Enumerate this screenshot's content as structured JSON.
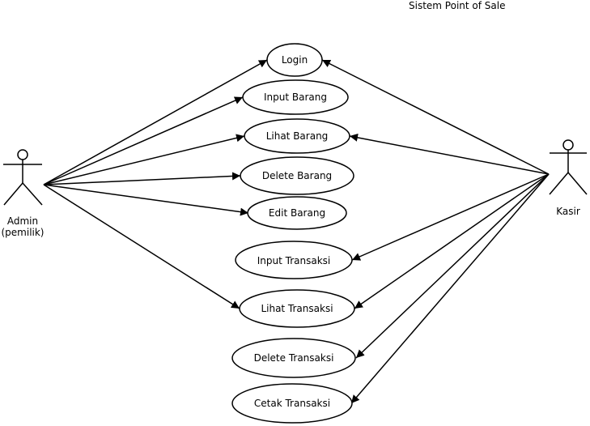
{
  "system": {
    "title": "Sistem Point of Sale"
  },
  "actors": {
    "admin": {
      "label_line1": "Admin",
      "label_line2": "(pemilik)"
    },
    "kasir": {
      "label": "Kasir"
    }
  },
  "use_cases": {
    "login": "Login",
    "input_barang": "Input Barang",
    "lihat_barang": "Lihat Barang",
    "delete_barang": "Delete Barang",
    "edit_barang": "Edit Barang",
    "input_transaksi": "Input Transaksi",
    "lihat_transaksi": "Lihat Transaksi",
    "delete_transaksi": "Delete Transaksi",
    "cetak_transaksi": "Cetak Transaksi"
  },
  "colors": {
    "stroke": "#000000",
    "fill": "#ffffff"
  }
}
